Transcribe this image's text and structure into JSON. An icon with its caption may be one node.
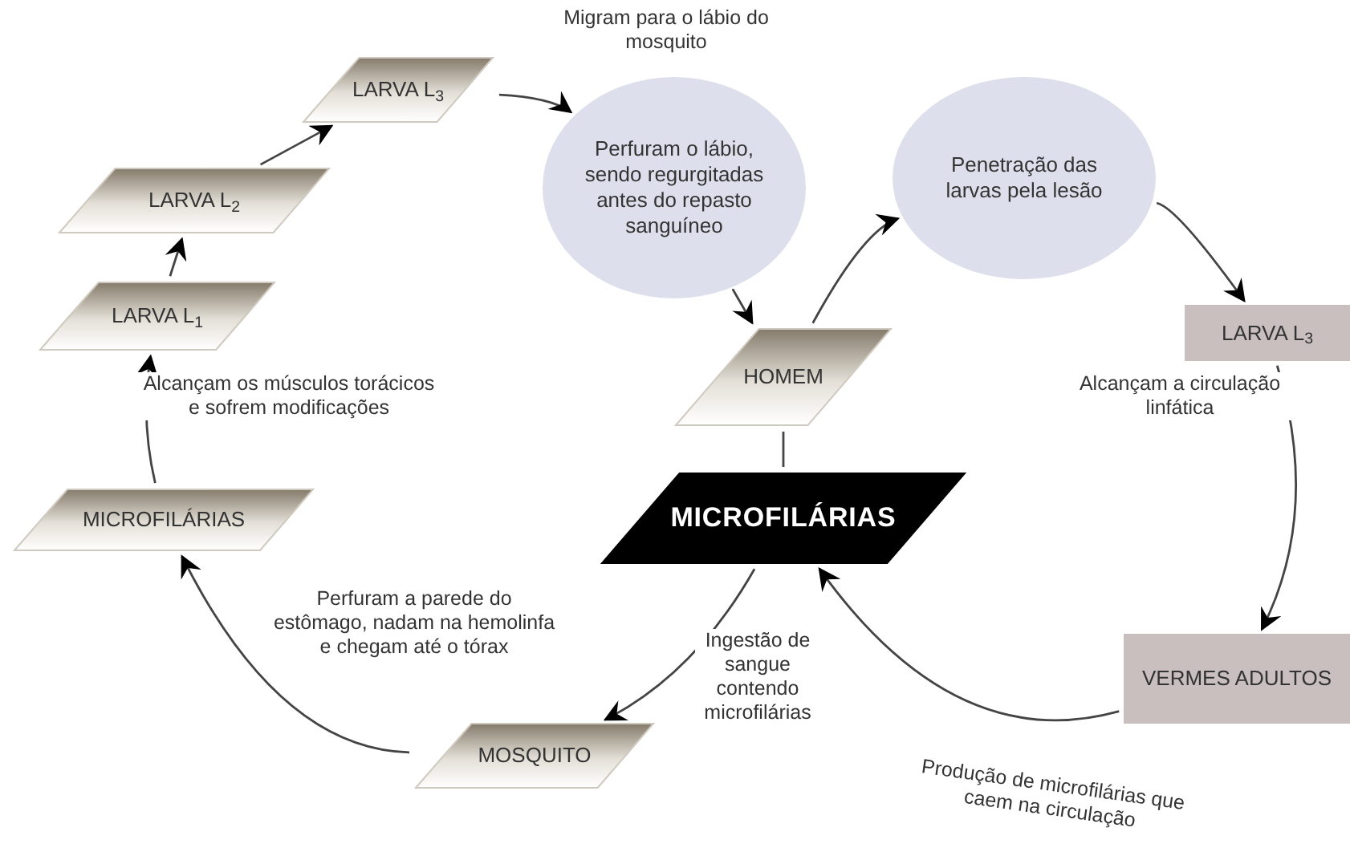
{
  "diagram": {
    "nodes": [
      {
        "text": [
          "LARVA L$_{3}$"
        ]
      },
      {
        "text": [
          "LARVA L$_{2}$"
        ]
      },
      {
        "text": [
          "LARVA L$_{1}$"
        ]
      },
      {
        "text": [
          "MICROFILÁRIAS"
        ]
      },
      {
        "text": [
          "MOSQUITO"
        ]
      },
      {
        "text": [
          "Perfuram o lábio, sendo regurgitadas antes do repasto sanguíneo"
        ]
      },
      {
        "text": [
          "HOMEM"
        ]
      },
      {
        "text": [
          "Penetração das larvas pela lesão"
        ]
      },
      {
        "text": [
          "LARVA L$_{3}$"
        ]
      },
      {
        "text": [
          "VERMES ADULTOS"
        ]
      },
      {
        "text": [
          "MICROFILÁRIAS"
        ]
      }
    ],
    "edges": [
      {
        "from": 2,
        "to": 1,
        "arrow": "to"
      },
      {
        "from": 1,
        "to": 0,
        "arrow": "to"
      },
      {
        "from": 0,
        "to": 5,
        "arrow": "to",
        "label": "Migram para o lábio do mosquito"
      },
      {
        "from": 5,
        "to": 6,
        "arrow": "to"
      },
      {
        "from": 6,
        "to": 7,
        "arrow": "to"
      },
      {
        "from": 7,
        "to": 8,
        "arrow": "to"
      },
      {
        "from": 8,
        "to": 9,
        "arrow": "to",
        "label": "Alcançam a circulação linfática"
      },
      {
        "from": 9,
        "to": 10,
        "arrow": "to",
        "label": "Produção de microfilárias que caem na circulação"
      },
      {
        "from": 10,
        "to": 6,
        "arrow": "none"
      },
      {
        "from": 10,
        "to": 4,
        "arrow": "to",
        "label": "Ingestão de sangue contendo microfilárias"
      },
      {
        "from": 4,
        "to": 3,
        "arrow": "to",
        "label": "Perfuram a parede do estômago, nadam na hemolinfa e chegam até o tórax"
      },
      {
        "from": 3,
        "to": 2,
        "arrow": "to",
        "label": "Alcançam os músculos torácicos e sofrem modificações"
      }
    ]
  }
}
